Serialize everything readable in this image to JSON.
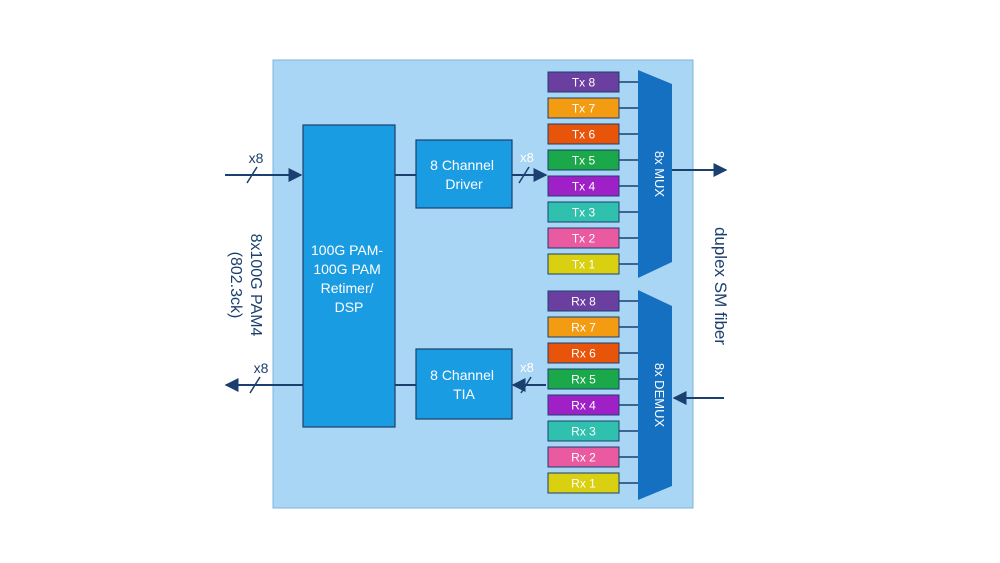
{
  "diagram": {
    "dsp_lines": [
      "100G PAM-",
      "100G PAM",
      "Retimer/",
      "DSP"
    ],
    "driver_lines": [
      "8 Channel",
      "Driver"
    ],
    "tia_lines": [
      "8 Channel",
      "TIA"
    ],
    "mux_label": "8x MUX",
    "demux_label": "8x DEMUX",
    "fiber_label": "duplex SM fiber",
    "electrical_label_line1": "8x100G PAM4",
    "electrical_label_line2": "(802.3ck)",
    "bus_width_labels": {
      "input": "x8",
      "output": "x8",
      "driver_to_tx": "x8",
      "rx_to_tia": "x8"
    },
    "tx_channels": [
      {
        "label": "Tx 8",
        "color": "#6a3fa0"
      },
      {
        "label": "Tx 7",
        "color": "#f39c12"
      },
      {
        "label": "Tx 6",
        "color": "#e8540a"
      },
      {
        "label": "Tx 5",
        "color": "#1aa84a"
      },
      {
        "label": "Tx 4",
        "color": "#a020c8"
      },
      {
        "label": "Tx 3",
        "color": "#30c0ae"
      },
      {
        "label": "Tx 2",
        "color": "#ea5aa0"
      },
      {
        "label": "Tx 1",
        "color": "#d8d010"
      }
    ],
    "rx_channels": [
      {
        "label": "Rx 8",
        "color": "#6a3fa0"
      },
      {
        "label": "Rx 7",
        "color": "#f39c12"
      },
      {
        "label": "Rx 6",
        "color": "#e8540a"
      },
      {
        "label": "Rx 5",
        "color": "#1aa84a"
      },
      {
        "label": "Rx 4",
        "color": "#a020c8"
      },
      {
        "label": "Rx 3",
        "color": "#30c0ae"
      },
      {
        "label": "Rx 2",
        "color": "#ea5aa0"
      },
      {
        "label": "Rx 1",
        "color": "#d8d010"
      }
    ],
    "colors": {
      "module_bg": "#a9d6f5",
      "block_fill": "#1a9ce3",
      "mux_fill": "#1570c2",
      "line": "#1b3f6e"
    }
  }
}
